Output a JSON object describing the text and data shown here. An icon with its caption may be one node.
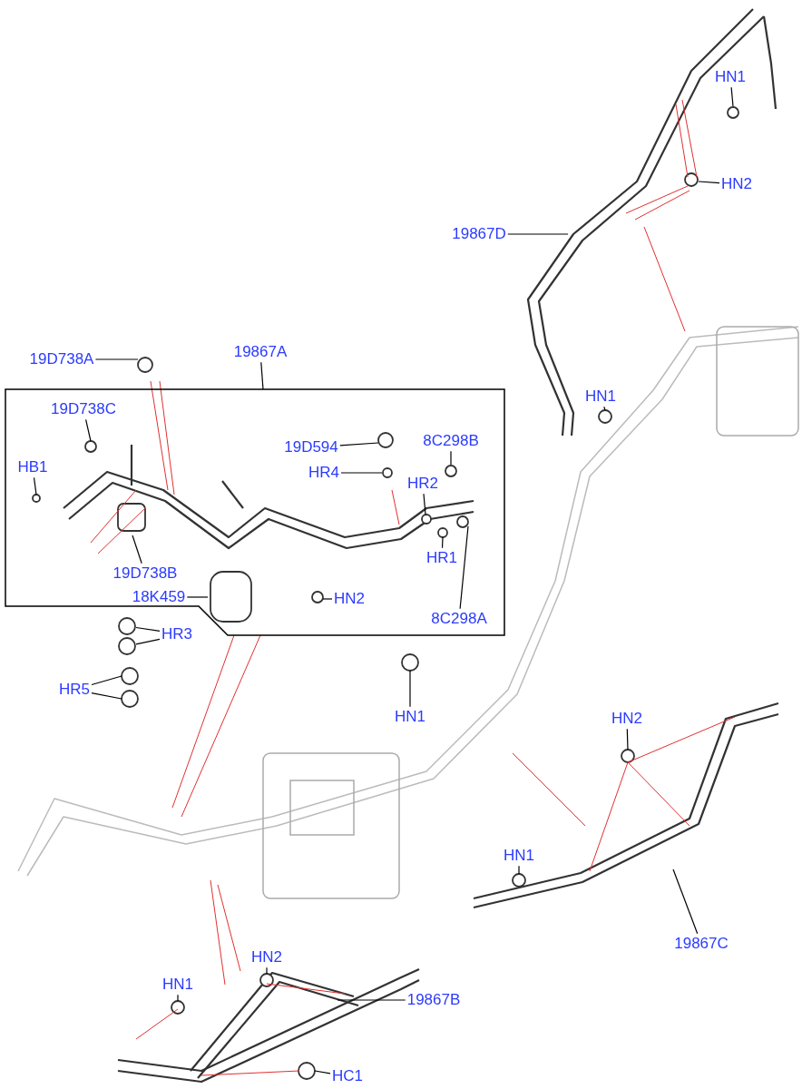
{
  "diagram": {
    "nodes": [
      {
        "text": [
          "HN1"
        ]
      },
      {
        "text": [
          "HN2"
        ]
      },
      {
        "text": [
          "19867D"
        ]
      },
      {
        "text": [
          "19D738A"
        ]
      },
      {
        "text": [
          "19867A"
        ]
      },
      {
        "text": [],
        "shape": "box"
      },
      {
        "text": [
          "19D738C"
        ],
        "in": 5
      },
      {
        "text": [
          "HN1"
        ]
      },
      {
        "text": [
          "8C298B"
        ],
        "in": 5
      },
      {
        "text": [
          "19D594"
        ],
        "in": 5
      },
      {
        "text": [
          "HB1"
        ],
        "in": 5
      },
      {
        "text": [
          "HR4"
        ],
        "in": 5
      },
      {
        "text": [
          "HR2"
        ],
        "in": 5
      },
      {
        "text": [
          "HR1"
        ],
        "in": 5
      },
      {
        "text": [
          "19D738B"
        ],
        "in": 5
      },
      {
        "text": [
          "18K459"
        ],
        "in": 5
      },
      {
        "text": [
          "HN2"
        ],
        "in": 5
      },
      {
        "text": [
          "8C298A"
        ],
        "in": 5
      },
      {
        "text": [
          "HR3"
        ]
      },
      {
        "text": [
          "HR5"
        ]
      },
      {
        "text": [
          "HN1"
        ]
      },
      {
        "text": [
          "HN2"
        ]
      },
      {
        "text": [
          "HN1"
        ]
      },
      {
        "text": [
          "19867C"
        ]
      },
      {
        "text": [
          "HN2"
        ]
      },
      {
        "text": [
          "HN1"
        ]
      },
      {
        "text": [
          "19867B"
        ]
      },
      {
        "text": [
          "HC1"
        ]
      },
      {
        "text": [],
        "shape": "circle",
        "in": 5
      },
      {
        "text": [],
        "shape": "circle",
        "in": 5
      },
      {
        "text": [],
        "shape": "circle"
      },
      {
        "text": [],
        "shape": "circle"
      }
    ],
    "edges": [
      {
        "from": 0,
        "to": null,
        "arrow": "none"
      },
      {
        "from": 1,
        "to": null,
        "arrow": "none"
      },
      {
        "from": 2,
        "to": null,
        "arrow": "none"
      },
      {
        "from": 3,
        "to": null,
        "arrow": "none"
      },
      {
        "from": 4,
        "to": 5,
        "arrow": "none"
      },
      {
        "from": 6,
        "to": null,
        "arrow": "none"
      },
      {
        "from": 7,
        "to": null,
        "arrow": "none"
      },
      {
        "from": 8,
        "to": 29,
        "arrow": "none"
      },
      {
        "from": 9,
        "to": null,
        "arrow": "none"
      },
      {
        "from": 10,
        "to": null,
        "arrow": "none"
      },
      {
        "from": 11,
        "to": 28,
        "arrow": "none"
      },
      {
        "from": 12,
        "to": null,
        "arrow": "none"
      },
      {
        "from": 13,
        "to": null,
        "arrow": "none"
      },
      {
        "from": 14,
        "to": null,
        "arrow": "none"
      },
      {
        "from": 15,
        "to": null,
        "arrow": "none"
      },
      {
        "from": 16,
        "to": null,
        "arrow": "none"
      },
      {
        "from": 17,
        "to": null,
        "arrow": "none"
      },
      {
        "from": 18,
        "to": 30,
        "arrow": "none"
      },
      {
        "from": 18,
        "to": 31,
        "arrow": "none"
      },
      {
        "from": 19,
        "to": null,
        "arrow": "none"
      },
      {
        "from": 19,
        "to": null,
        "arrow": "none"
      },
      {
        "from": 20,
        "to": null,
        "arrow": "none"
      },
      {
        "from": 21,
        "to": null,
        "arrow": "none"
      },
      {
        "from": 22,
        "to": null,
        "arrow": "none"
      },
      {
        "from": 23,
        "to": null,
        "arrow": "none"
      },
      {
        "from": 24,
        "to": null,
        "arrow": "none"
      },
      {
        "from": 25,
        "to": null,
        "arrow": "none"
      },
      {
        "from": 26,
        "to": null,
        "arrow": "none"
      },
      {
        "from": 27,
        "to": null,
        "arrow": "none"
      }
    ]
  }
}
